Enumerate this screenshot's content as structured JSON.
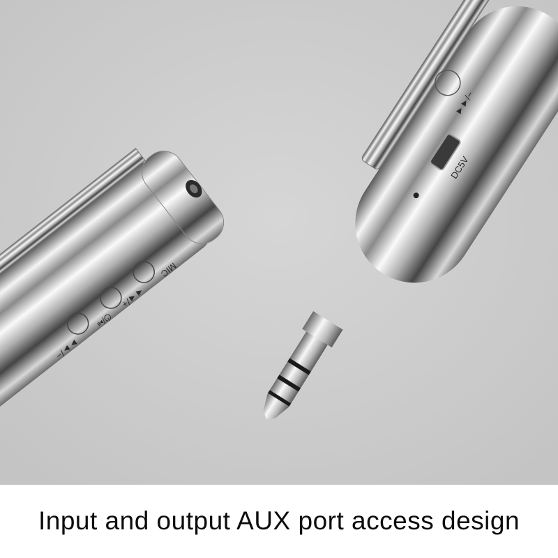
{
  "caption": "Input and output AUX port access design",
  "colors": {
    "background": "#cdcdcd",
    "chrome_light": "#f4f4f4",
    "chrome_dark": "#3c3c3c",
    "caption_text": "#0c0c0c"
  },
  "left_device": {
    "button_labels": [
      "MIC",
      "◄◄/+",
      "⏻/⏯",
      "►►/−"
    ]
  },
  "right_device": {
    "port_label": "DC5V",
    "button_label": "►►/−"
  }
}
